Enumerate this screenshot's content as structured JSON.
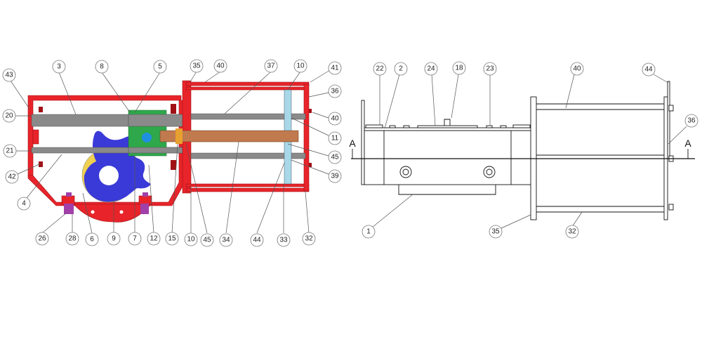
{
  "section_view": {
    "balloons": [
      "3",
      "8",
      "5",
      "35",
      "40",
      "37",
      "10",
      "41",
      "43",
      "20",
      "21",
      "42",
      "4",
      "36",
      "40",
      "11",
      "45",
      "39",
      "26",
      "28",
      "6",
      "9",
      "7",
      "12",
      "15",
      "10",
      "45",
      "34",
      "44",
      "33",
      "32"
    ]
  },
  "side_view": {
    "balloons": [
      "22",
      "2",
      "24",
      "18",
      "23",
      "40",
      "44",
      "36",
      "1",
      "35",
      "32"
    ],
    "section_marker": "A"
  },
  "colors": {
    "housing": "#e8242a",
    "rods": "#8a8a8a",
    "piston_rod": "#c07a4e",
    "yoke": "#3a3ad8",
    "slider": "#2ea84a",
    "piston": "#a8d8e8"
  }
}
